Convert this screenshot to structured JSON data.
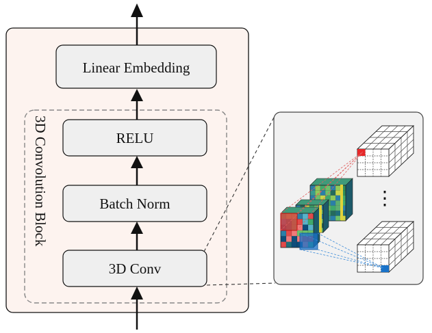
{
  "layers": {
    "linear_embedding": "Linear Embedding",
    "relu": "RELU",
    "batch_norm": "Batch Norm",
    "conv3d": "3D Conv"
  },
  "block_label": "3D Convolution Block",
  "ellipsis": "⋮",
  "colors": {
    "outer_fill": "#fdf3ef",
    "box_fill": "#efefef",
    "inset_fill": "#f1f1f1",
    "red_voxel": "#e8282a",
    "blue_voxel": "#1a73c9",
    "red_lines": "#e06060",
    "blue_lines": "#3a8ad8"
  }
}
